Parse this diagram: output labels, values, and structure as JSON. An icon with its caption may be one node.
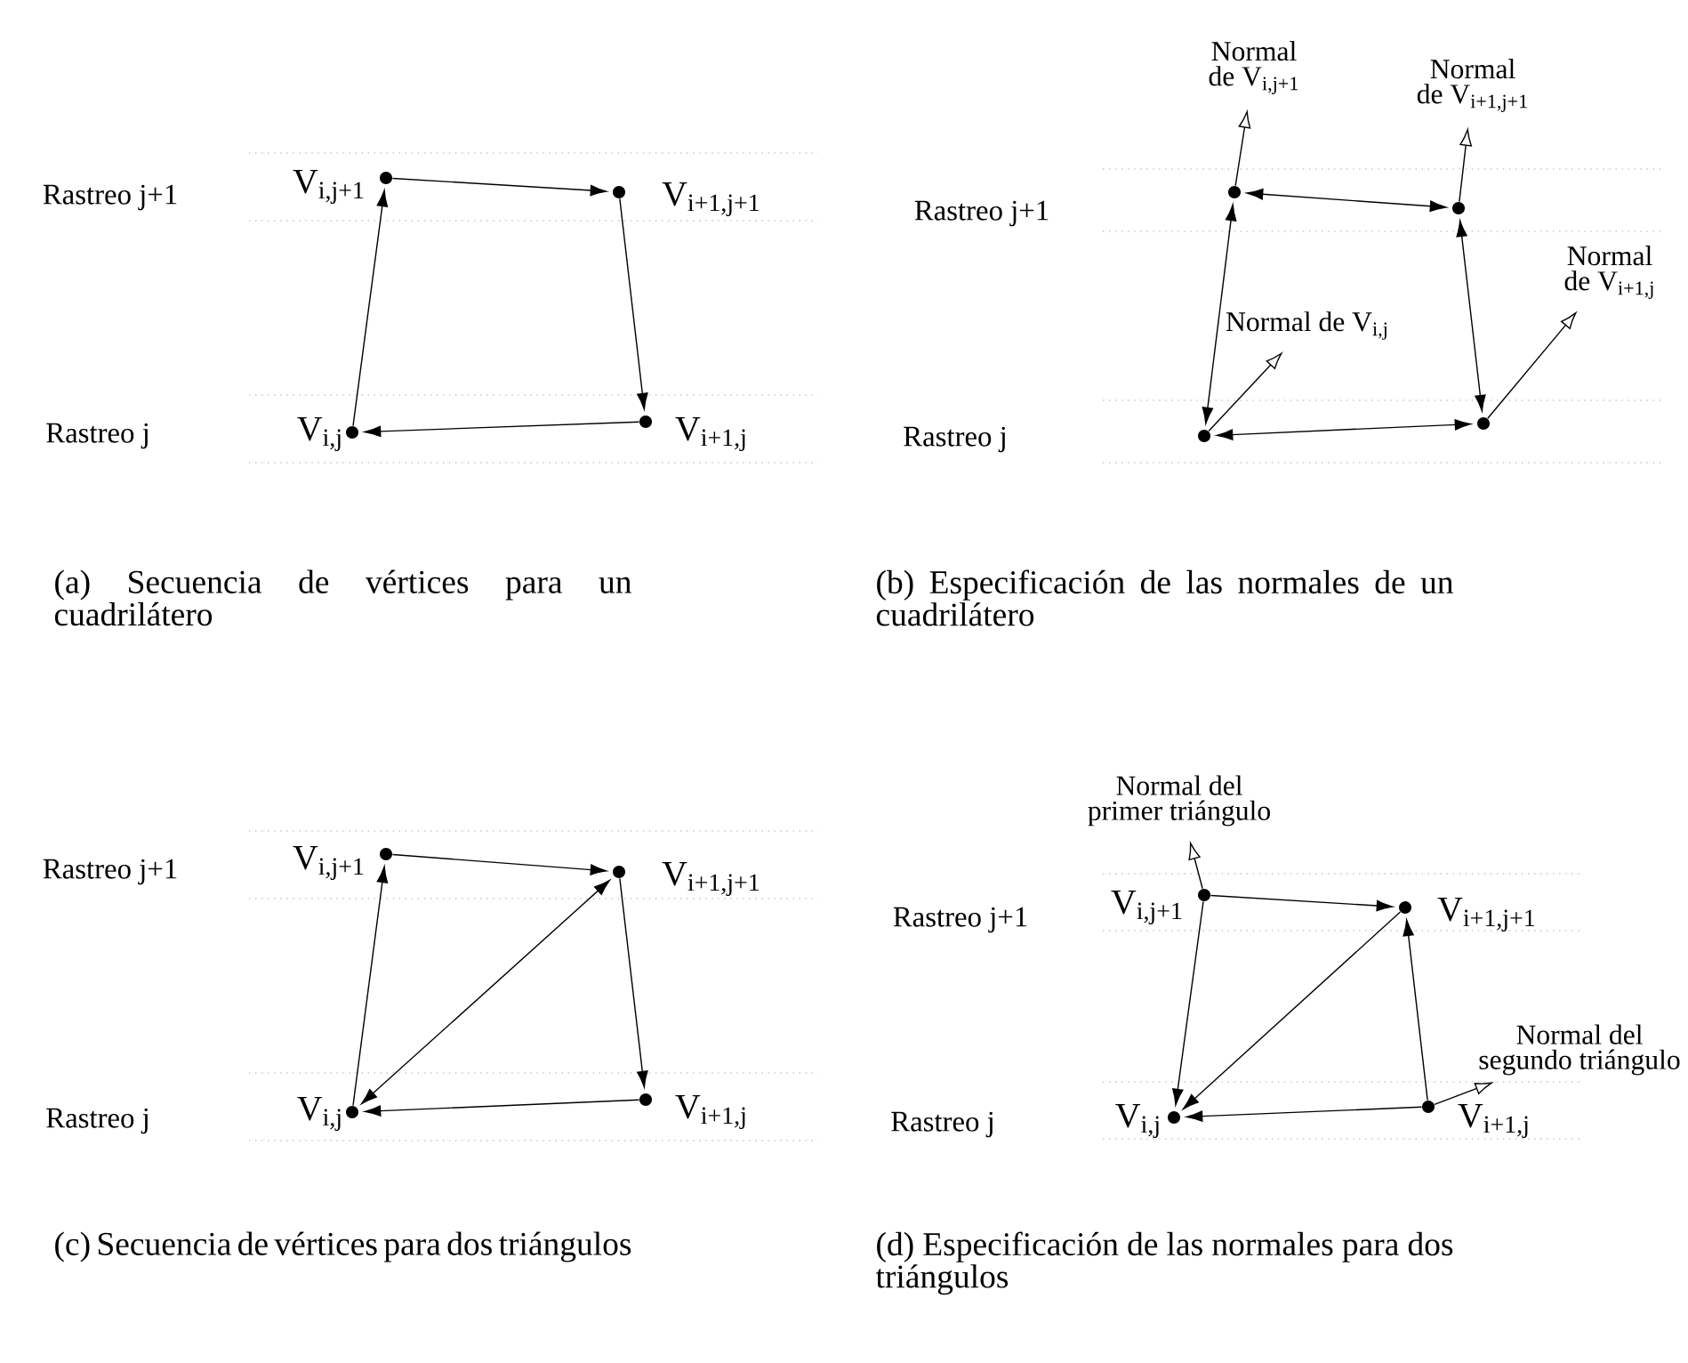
{
  "diagram": {
    "nodes": [
      {
        "text": [],
        "shape": "circle",
        "beside": [
          "V$_{i,j+1}$"
        ]
      },
      {
        "text": [],
        "shape": "circle",
        "beside": [
          "V$_{i+1,j+1}$"
        ]
      },
      {
        "text": [],
        "shape": "circle",
        "beside": [
          "V$_{i,j}$"
        ]
      },
      {
        "text": [],
        "shape": "circle",
        "beside": [
          "V$_{i+1,j}$"
        ]
      },
      {
        "text": [
          "Normal de V$_{i,j+1}$"
        ]
      },
      {
        "text": [
          "Normal de V$_{i+1,j+1}$"
        ]
      },
      {
        "text": [],
        "shape": "circle"
      },
      {
        "text": [],
        "shape": "circle"
      },
      {
        "text": [
          "Normal de V$_{i,j}$"
        ]
      },
      {
        "text": [
          "Normal de V$_{i+1,j}$"
        ]
      },
      {
        "text": [],
        "shape": "circle"
      },
      {
        "text": [],
        "shape": "circle"
      },
      {
        "text": [],
        "shape": "circle",
        "beside": [
          "V$_{i,j+1}$"
        ]
      },
      {
        "text": [],
        "shape": "circle",
        "beside": [
          "V$_{i+1,j+1}$"
        ]
      },
      {
        "text": [],
        "shape": "circle",
        "beside": [
          "V$_{i,j}$"
        ]
      },
      {
        "text": [],
        "shape": "circle",
        "beside": [
          "V$_{i+1,j}$"
        ]
      },
      {
        "text": [
          "Normal del primer triángulo"
        ]
      },
      {
        "text": [],
        "shape": "circle",
        "beside": [
          "V$_{i,j+1}$"
        ]
      },
      {
        "text": [],
        "shape": "circle",
        "beside": [
          "V$_{i+1,j+1}$"
        ]
      },
      {
        "text": [
          "Normal del segundo triángulo"
        ]
      },
      {
        "text": [],
        "shape": "circle",
        "beside": [
          "V$_{i,j}$"
        ]
      },
      {
        "text": [],
        "shape": "circle",
        "beside": [
          "V$_{i+1,j}$"
        ]
      }
    ],
    "edges": [
      {
        "from": 2,
        "to": 0,
        "arrow": "to"
      },
      {
        "from": 0,
        "to": 1,
        "arrow": "to"
      },
      {
        "from": 1,
        "to": 3,
        "arrow": "to"
      },
      {
        "from": 3,
        "to": 2,
        "arrow": "to"
      },
      {
        "from": 6,
        "to": 7,
        "arrow": "both"
      },
      {
        "from": 6,
        "to": 10,
        "arrow": "both"
      },
      {
        "from": 7,
        "to": 11,
        "arrow": "both"
      },
      {
        "from": 10,
        "to": 11,
        "arrow": "both"
      },
      {
        "from": 6,
        "to": 4,
        "arrow": "to"
      },
      {
        "from": 7,
        "to": 5,
        "arrow": "to"
      },
      {
        "from": 10,
        "to": 8,
        "arrow": "to"
      },
      {
        "from": 11,
        "to": 9,
        "arrow": "to"
      },
      {
        "from": 14,
        "to": 12,
        "arrow": "to"
      },
      {
        "from": 12,
        "to": 13,
        "arrow": "to"
      },
      {
        "from": 13,
        "to": 15,
        "arrow": "to"
      },
      {
        "from": 15,
        "to": 14,
        "arrow": "to"
      },
      {
        "from": 14,
        "to": 13,
        "arrow": "both"
      },
      {
        "from": 17,
        "to": 20,
        "arrow": "to"
      },
      {
        "from": 17,
        "to": 18,
        "arrow": "to"
      },
      {
        "from": 21,
        "to": 20,
        "arrow": "to"
      },
      {
        "from": 21,
        "to": 18,
        "arrow": "to"
      },
      {
        "from": 18,
        "to": 20,
        "arrow": "to"
      },
      {
        "from": 17,
        "to": 16,
        "arrow": "to"
      },
      {
        "from": 21,
        "to": 19,
        "arrow": "to"
      }
    ],
    "labels": [
      "Rastreo j+1",
      "Rastreo j",
      "Rastreo j+1",
      "Rastreo j",
      "(a) Secuencia de vértices para un cuadrilátero",
      "(b) Especificación de las normales de un cuadrilátero",
      "Rastreo j+1",
      "Rastreo j",
      "Rastreo j+1",
      "Rastreo j",
      "(c) Secuencia de vértices para dos triángulos",
      "(d) Especificación de las normales para dos triángulos"
    ]
  }
}
